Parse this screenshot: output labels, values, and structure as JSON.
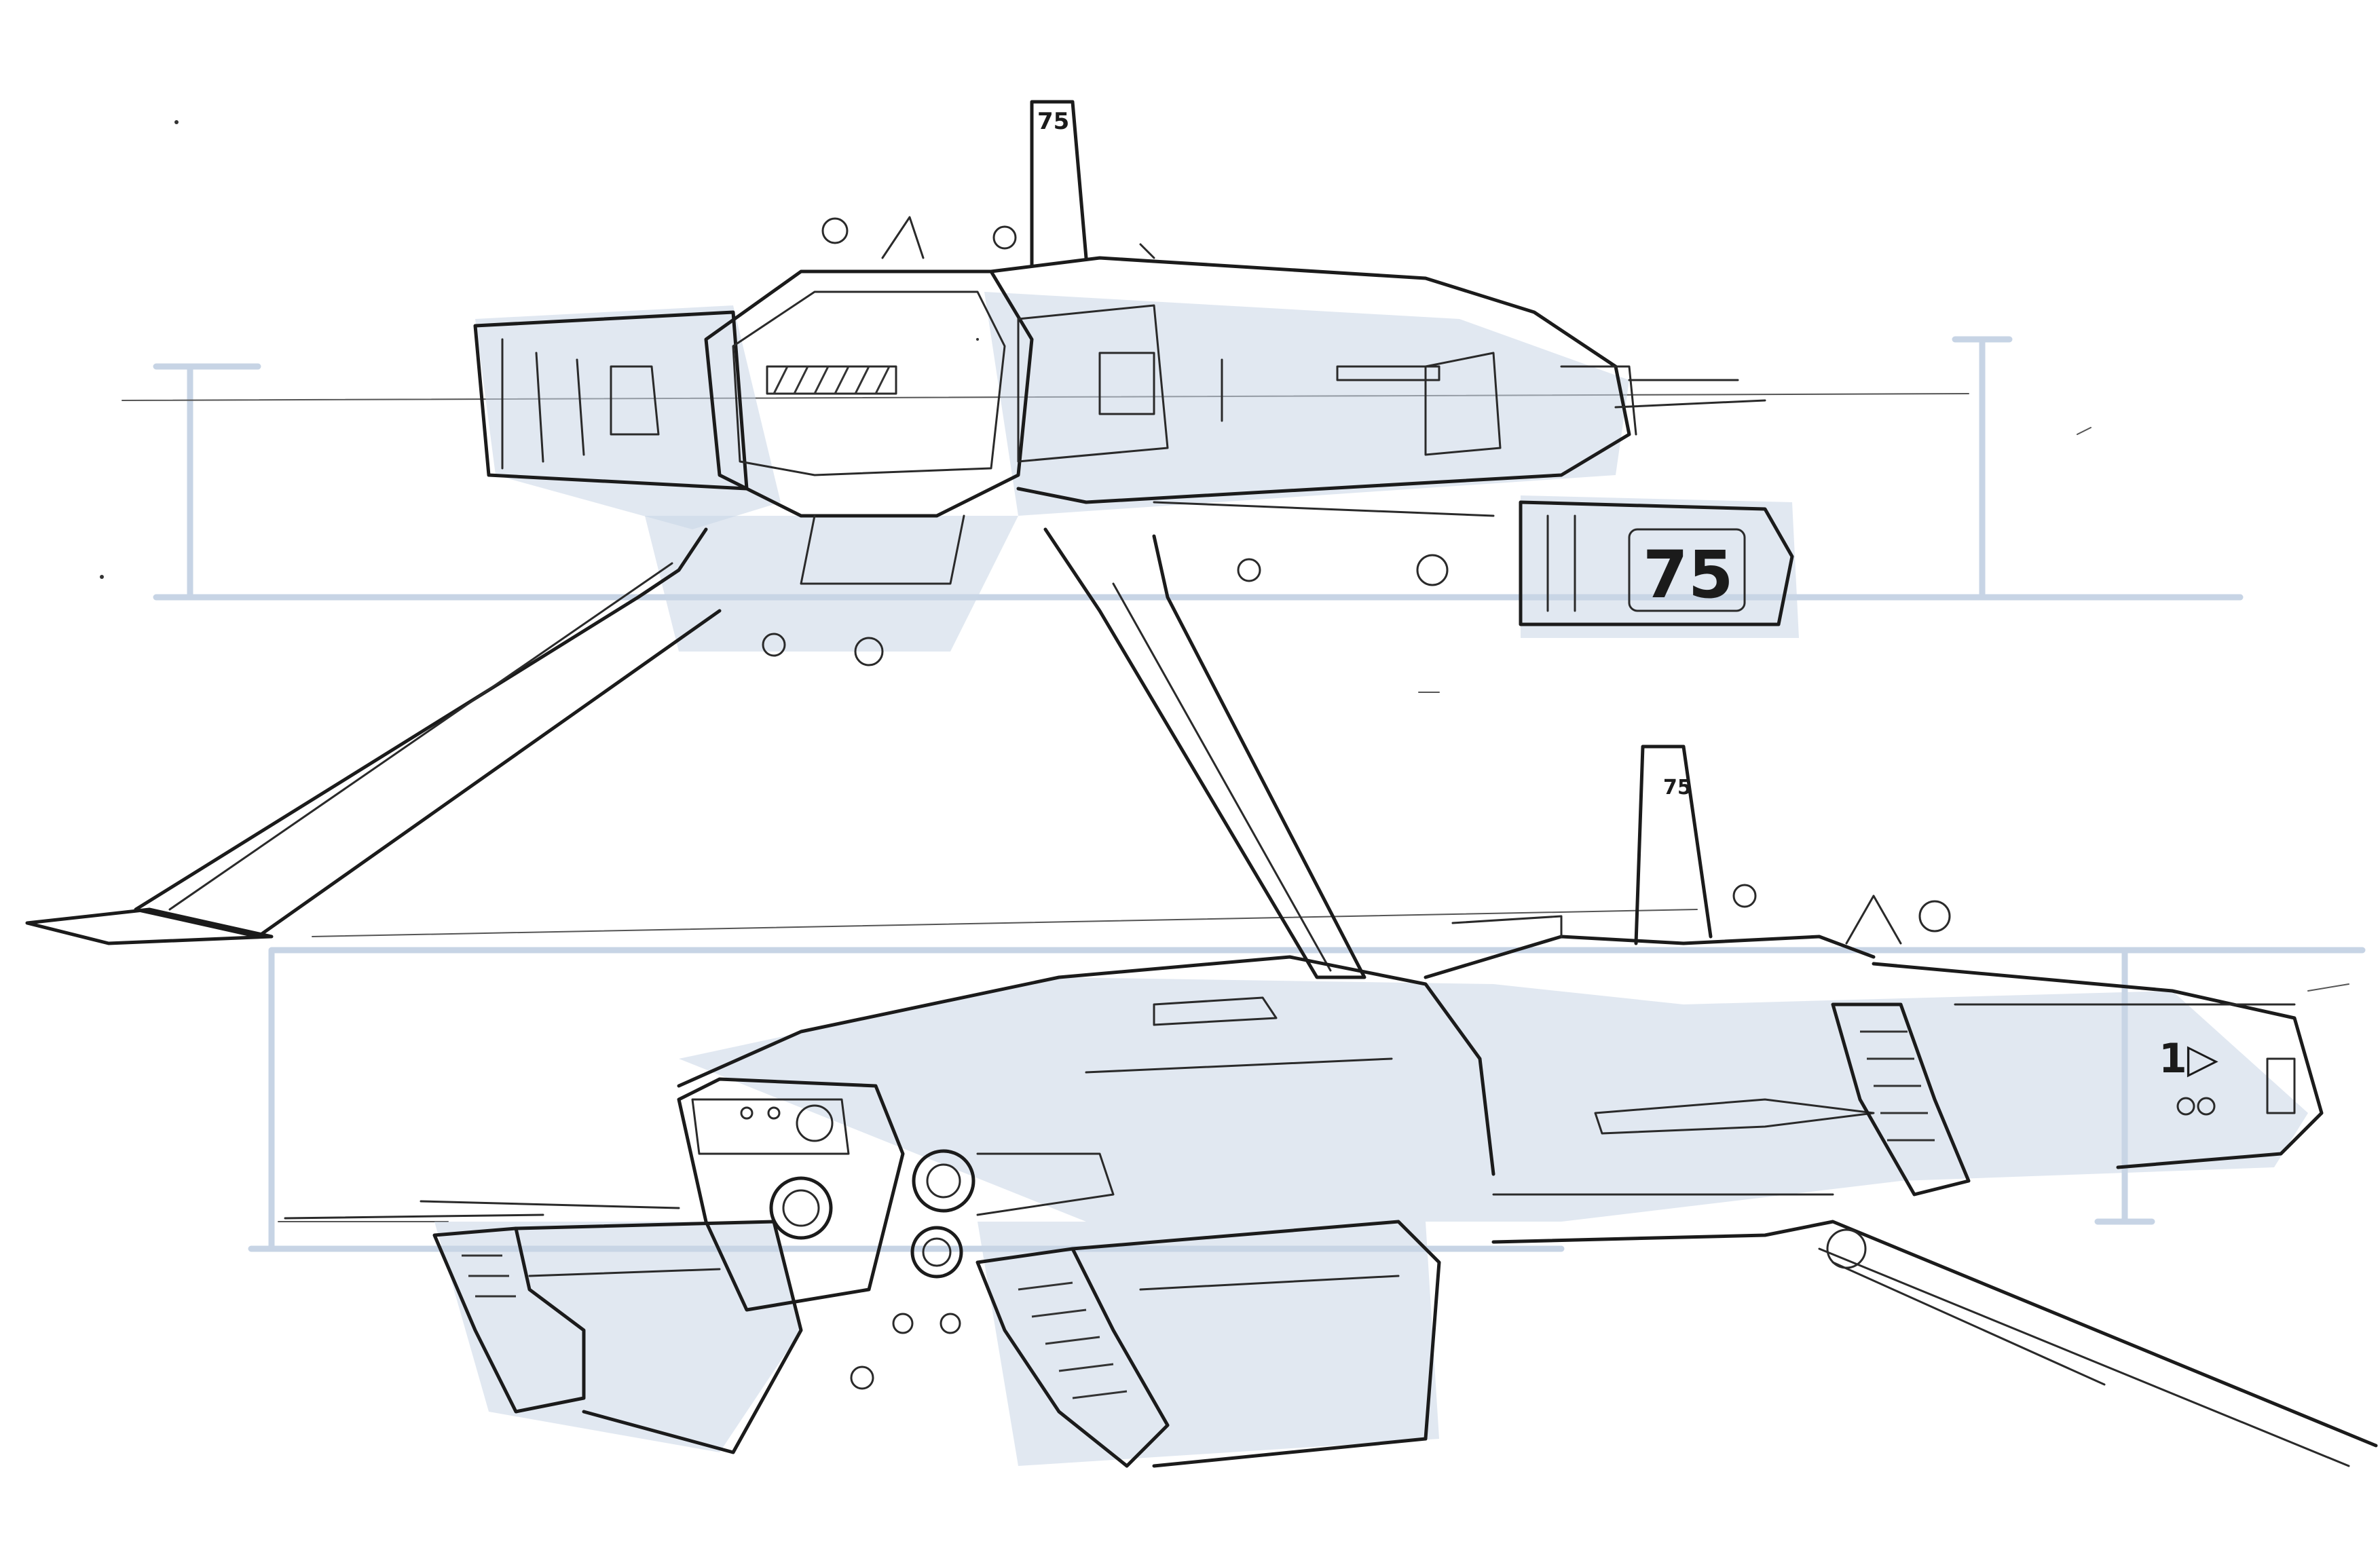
{
  "markings": {
    "top_fin_number": "75",
    "top_pod_number": "75",
    "lower_fin_number": "75",
    "lower_tail_number": "1▷"
  },
  "palette": {
    "paper": "#ffffff",
    "ink": "#1b1b1b",
    "marker_wash": "#c9d6e6"
  }
}
